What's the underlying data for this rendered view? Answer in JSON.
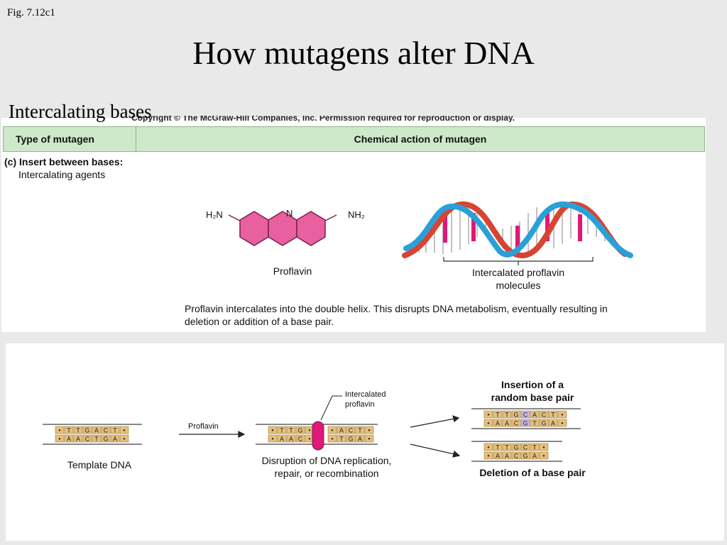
{
  "header": {
    "fig_label": "Fig. 7.12c1",
    "title": "How mutagens alter DNA",
    "subtitle": "Intercalating bases",
    "copyright": "Copyright © The McGraw-Hill Companies, Inc. Permission required for reproduction or display."
  },
  "table": {
    "col_type": "Type of mutagen",
    "col_action": "Chemical action of mutagen",
    "row_letter": "(c)",
    "row_title": "Insert between bases:",
    "row_subtitle": "Intercalating agents"
  },
  "molecule": {
    "left_group": "H₂N",
    "right_group": "NH₂",
    "ring_atom": "N",
    "name": "Proflavin",
    "color": "#e8609f"
  },
  "helix": {
    "label_line1": "Intercalated proflavin",
    "label_line2": "molecules"
  },
  "description": {
    "line1": "Proflavin intercalates into the double helix. This disrupts DNA metabolism, eventually resulting in",
    "line2": "deletion or addition of a base pair."
  },
  "process": {
    "template_label": "Template DNA",
    "arrow_label": "Proflavin",
    "intercalated_label_line1": "Intercalated",
    "intercalated_label_line2": "proflavin",
    "disruption_line1": "Disruption of DNA replication,",
    "disruption_line2": "repair, or recombination",
    "insertion_line1": "Insertion of a",
    "insertion_line2": "random base pair",
    "deletion_label": "Deletion of a base pair",
    "template_top": [
      "T",
      "T",
      "G",
      "A",
      "C",
      "T"
    ],
    "template_bottom": [
      "A",
      "A",
      "C",
      "T",
      "G",
      "A"
    ],
    "disrupted_top_left": [
      "T",
      "T",
      "G"
    ],
    "disrupted_top_right": [
      "A",
      "C",
      "T"
    ],
    "disrupted_bottom_left": [
      "A",
      "A",
      "C"
    ],
    "disrupted_bottom_right": [
      "T",
      "G",
      "A"
    ],
    "insertion_top": [
      "T",
      "T",
      "G",
      "C",
      "A",
      "C",
      "T"
    ],
    "insertion_bottom": [
      "A",
      "A",
      "C",
      "G",
      "T",
      "G",
      "A"
    ],
    "deletion_top": [
      "T",
      "T",
      "G",
      "C",
      "T"
    ],
    "deletion_bottom": [
      "A",
      "A",
      "C",
      "G",
      "A"
    ]
  }
}
